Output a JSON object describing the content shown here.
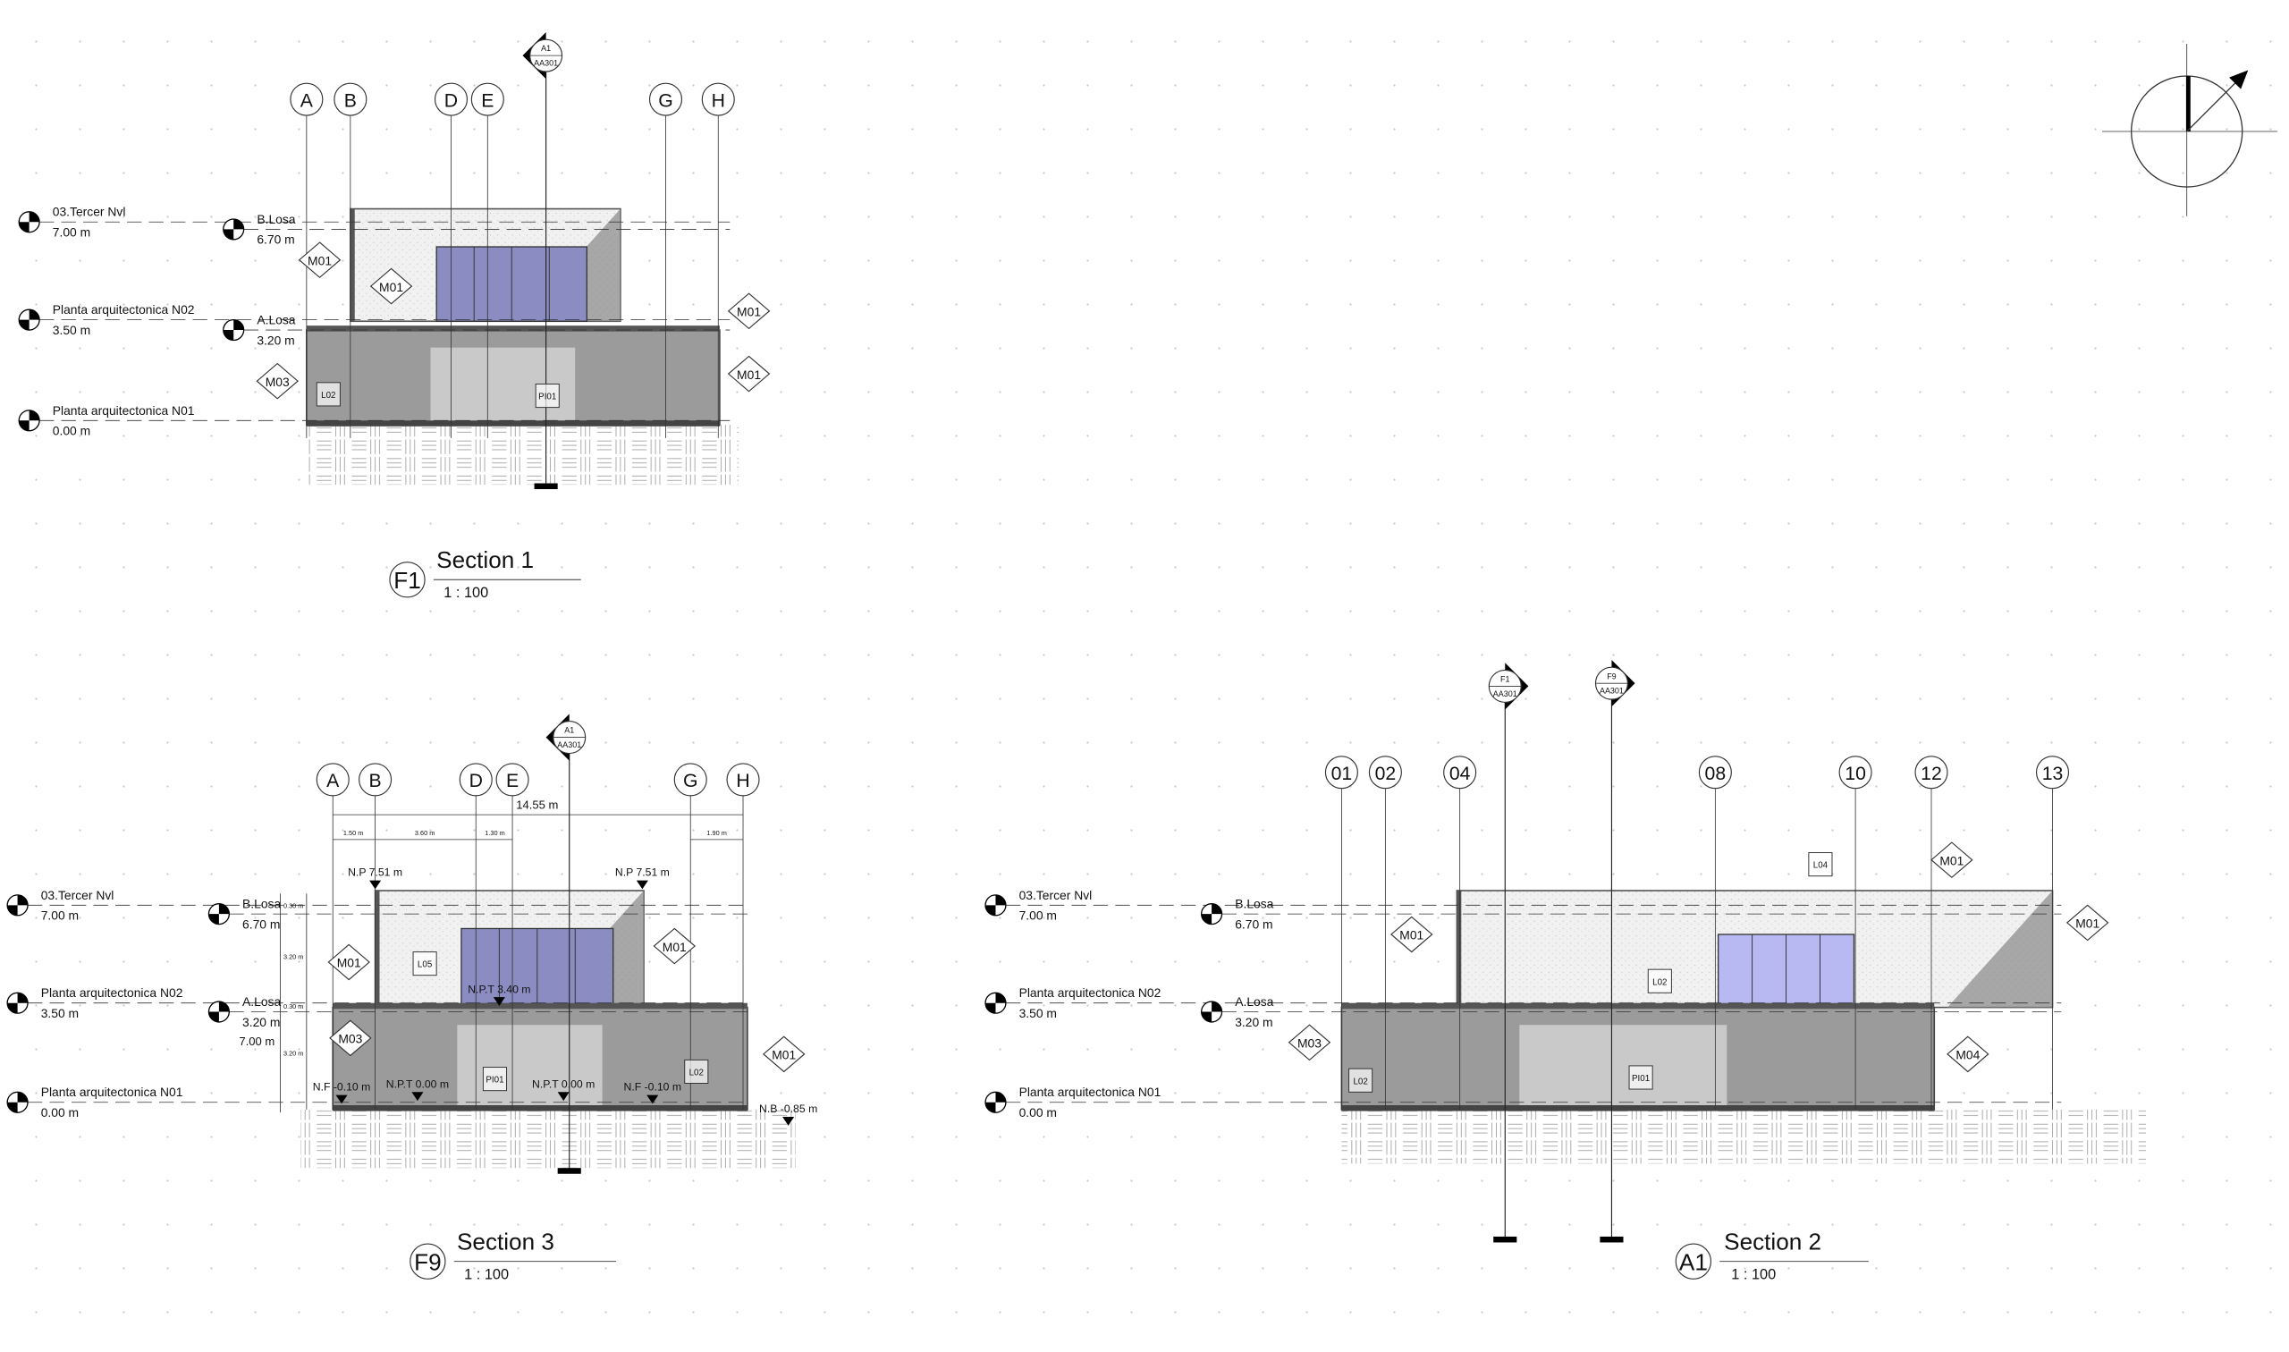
{
  "sections": [
    {
      "id": "F1",
      "title": "Section 1",
      "scale": "1 : 100",
      "section_refs": [
        {
          "top": "A1",
          "bottom": "AA301"
        }
      ],
      "grids": [
        "A",
        "B",
        "D",
        "E",
        "G",
        "H"
      ],
      "levels": [
        {
          "name": "03.Tercer Nvl",
          "elev": "7.00 m"
        },
        {
          "name": "Planta arquitectonica N02",
          "elev": "3.50 m"
        },
        {
          "name": "Planta arquitectonica N01",
          "elev": "0.00 m"
        }
      ],
      "slabs": [
        {
          "name": "B.Losa",
          "elev": "6.70 m"
        },
        {
          "name": "A.Losa",
          "elev": "3.20 m"
        }
      ],
      "material_tags": [
        "M01",
        "M01",
        "M01",
        "M01",
        "M03"
      ],
      "room_tags": [
        "L02",
        "PI01"
      ]
    },
    {
      "id": "F9",
      "title": "Section 3",
      "scale": "1 : 100",
      "section_refs": [
        {
          "top": "A1",
          "bottom": "AA301"
        }
      ],
      "grids": [
        "A",
        "B",
        "D",
        "E",
        "G",
        "H"
      ],
      "levels": [
        {
          "name": "03.Tercer Nvl",
          "elev": "7.00 m"
        },
        {
          "name": "Planta arquitectonica N02",
          "elev": "3.50 m"
        },
        {
          "name": "Planta arquitectonica N01",
          "elev": "0.00 m"
        }
      ],
      "slabs": [
        {
          "name": "B.Losa",
          "elev": "6.70 m"
        },
        {
          "name": "A.Losa",
          "elev": "3.20 m"
        }
      ],
      "material_tags": [
        "M01",
        "M01",
        "M01",
        "M03"
      ],
      "room_tags": [
        "L05",
        "PI01",
        "L02"
      ],
      "dimensions": {
        "overall": "14.55 m",
        "horizontal": [
          "1.50 m",
          "3.60 m",
          "1.30 m",
          "1.90 m"
        ],
        "vertical": [
          "0.30 m",
          "3.20 m",
          "0.30 m",
          "3.20 m"
        ],
        "slab_height": "7.00 m"
      },
      "spot_elevations": [
        "N.P 7.51 m",
        "N.P 7.51 m",
        "N.P.T 3.40 m",
        "N.F -0.10 m",
        "N.P.T 0.00 m",
        "N.P.T 0.00 m",
        "N.F -0.10 m",
        "N.B -0.85 m"
      ]
    },
    {
      "id": "A1",
      "title": "Section 2",
      "scale": "1 : 100",
      "section_refs": [
        {
          "top": "F1",
          "bottom": "AA301"
        },
        {
          "top": "F9",
          "bottom": "AA301"
        }
      ],
      "grids": [
        "01",
        "02",
        "04",
        "08",
        "10",
        "12",
        "13"
      ],
      "levels": [
        {
          "name": "03.Tercer Nvl",
          "elev": "7.00 m"
        },
        {
          "name": "Planta arquitectonica N02",
          "elev": "3.50 m"
        },
        {
          "name": "Planta arquitectonica N01",
          "elev": "0.00 m"
        }
      ],
      "slabs": [
        {
          "name": "B.Losa",
          "elev": "6.70 m"
        },
        {
          "name": "A.Losa",
          "elev": "3.20 m"
        }
      ],
      "material_tags": [
        "M01",
        "M01",
        "M01",
        "M03",
        "M04"
      ],
      "room_tags": [
        "L04",
        "L02",
        "PI01",
        "L02"
      ]
    }
  ],
  "north_arrow": "north-arrow",
  "colors": {
    "glass_dark": "#8a8cc2",
    "glass_light": "#b8b8f2",
    "wall": "#9b9b9b",
    "shadow": "#8e8e8e"
  }
}
